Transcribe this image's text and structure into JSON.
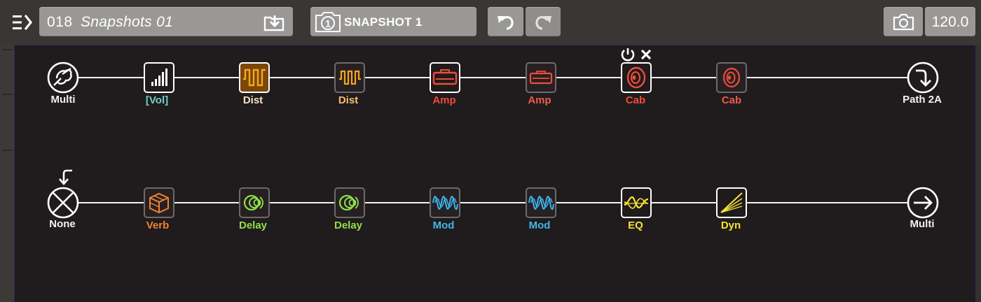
{
  "header": {
    "preset_number": "018",
    "preset_name": "Snapshots 01",
    "snapshot_label": "SNAPSHOT 1",
    "tempo": "120.0"
  },
  "colors": {
    "distortion": "#f4a71f",
    "amp": "#ef4b3c",
    "cab": "#ef4b3c",
    "volume": "#6fd0c8",
    "reverb": "#f0822e",
    "delay": "#8fe04b",
    "modulation": "#3fb7ee",
    "eq": "#f1e23a",
    "dynamics": "#f1e23a",
    "line": "#f1f1f1"
  },
  "path_a": {
    "input_label": "Multi",
    "output_label": "Path 2A",
    "blocks": [
      {
        "label": "[Vol]",
        "type": "volume",
        "state": "active",
        "icon": "volume-bars-icon"
      },
      {
        "label": "Dist",
        "type": "distortion",
        "state": "selected",
        "icon": "square-wave-icon"
      },
      {
        "label": "Dist",
        "type": "distortion",
        "state": "bypassed",
        "icon": "square-wave-icon"
      },
      {
        "label": "Amp",
        "type": "amp",
        "state": "active",
        "icon": "amp-head-icon"
      },
      {
        "label": "Amp",
        "type": "amp",
        "state": "bypassed",
        "icon": "amp-head-icon"
      },
      {
        "label": "Cab",
        "type": "cab",
        "state": "active",
        "icon": "speaker-icon"
      },
      {
        "label": "Cab",
        "type": "cab",
        "state": "bypassed",
        "icon": "speaker-icon"
      }
    ]
  },
  "path_b": {
    "input_label": "None",
    "output_label": "Multi",
    "blocks": [
      {
        "label": "Verb",
        "type": "reverb",
        "state": "bypassed",
        "icon": "cube-icon"
      },
      {
        "label": "Delay",
        "type": "delay",
        "state": "bypassed",
        "icon": "echo-circles-icon"
      },
      {
        "label": "Delay",
        "type": "delay",
        "state": "bypassed",
        "icon": "echo-circles-icon"
      },
      {
        "label": "Mod",
        "type": "modulation",
        "state": "bypassed",
        "icon": "sine-wave-icon"
      },
      {
        "label": "Mod",
        "type": "modulation",
        "state": "bypassed",
        "icon": "sine-wave-icon"
      },
      {
        "label": "EQ",
        "type": "eq",
        "state": "active",
        "icon": "eq-curve-icon"
      },
      {
        "label": "Dyn",
        "type": "dynamics",
        "state": "active",
        "icon": "compressor-icon"
      }
    ]
  }
}
